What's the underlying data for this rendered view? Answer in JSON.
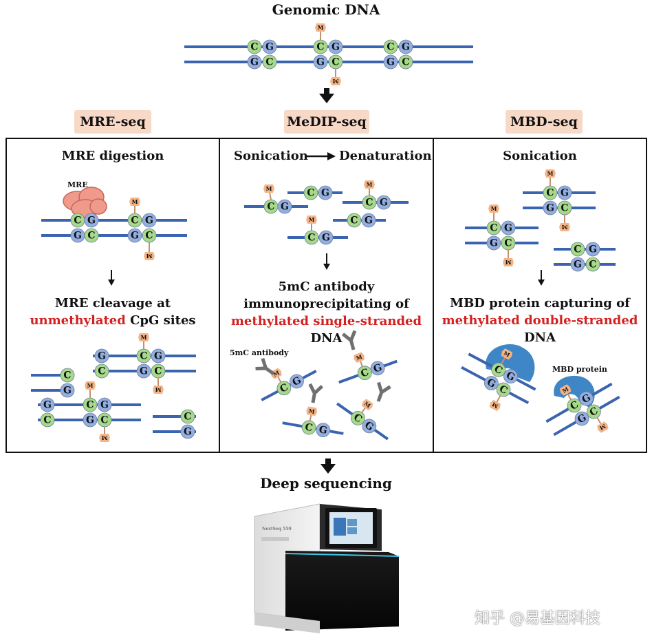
{
  "header": {
    "title": "Genomic DNA"
  },
  "methods": [
    {
      "tag": "MRE-seq"
    },
    {
      "tag": "MeDIP-seq"
    },
    {
      "tag": "MBD-seq"
    }
  ],
  "panel_mre": {
    "step1": "MRE digestion",
    "enzyme_label": "MRE",
    "result_line1": "MRE cleavage at",
    "result_highlight": "unmethylated",
    "result_rest": " CpG sites"
  },
  "panel_medip": {
    "step1": "Sonication",
    "step2": "Denaturation",
    "result_line1": "5mC antibody",
    "result_line2": "immunoprecipitating of",
    "result_highlight": "methylated single-stranded",
    "result_rest": " DNA",
    "antibody_label": "5mC antibody"
  },
  "panel_mbd": {
    "step1": "Sonication",
    "result_line1": "MBD protein capturing of",
    "result_highlight": "methylated double-stranded",
    "result_rest": " DNA",
    "protein_label": "MBD protein"
  },
  "footer": {
    "title": "Deep sequencing",
    "watermark": "知乎 @易基因科技"
  },
  "colors": {
    "strand": "#3a63b0",
    "cytosine": "#a6d98a",
    "guanine": "#93aee0",
    "methyl": "#f3b487",
    "highlight": "#d32020",
    "tag_bg": "#f8d9c8",
    "enzyme": "#ef9a8a",
    "mbd": "#3f86c6"
  }
}
